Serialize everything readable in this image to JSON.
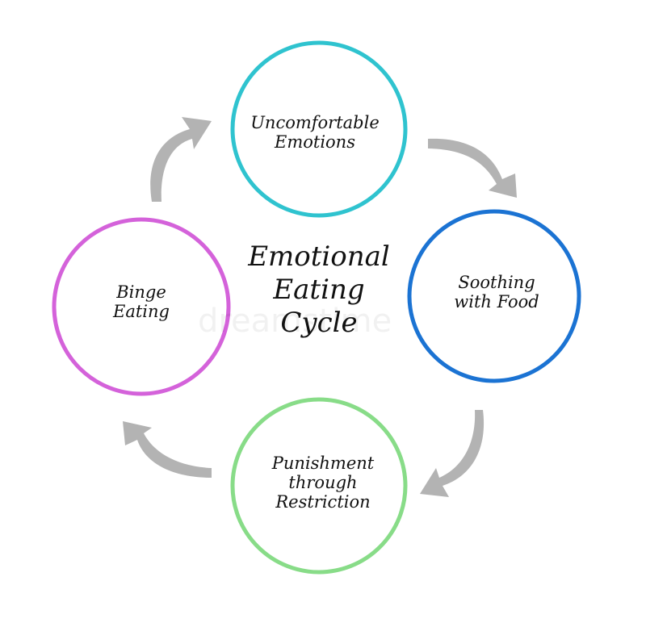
{
  "title": {
    "line1": "Emotional",
    "line2": "Eating",
    "line3": "Cycle"
  },
  "nodes": [
    {
      "id": "uncomfortable-emotions",
      "line1": "Uncomfortable",
      "line2": "Emotions",
      "color": "#2fc3cf"
    },
    {
      "id": "soothing-with-food",
      "line1": "Soothing",
      "line2": "with Food",
      "color": "#1b73d3"
    },
    {
      "id": "punishment-through-restriction",
      "line1": "Punishment",
      "line2": "through",
      "line3": "Restriction",
      "color": "#88dc88"
    },
    {
      "id": "binge-eating",
      "line1": "Binge",
      "line2": "Eating",
      "color": "#d462da"
    }
  ],
  "arrow_color": "#b3b3b3",
  "watermark": "dreamstime"
}
